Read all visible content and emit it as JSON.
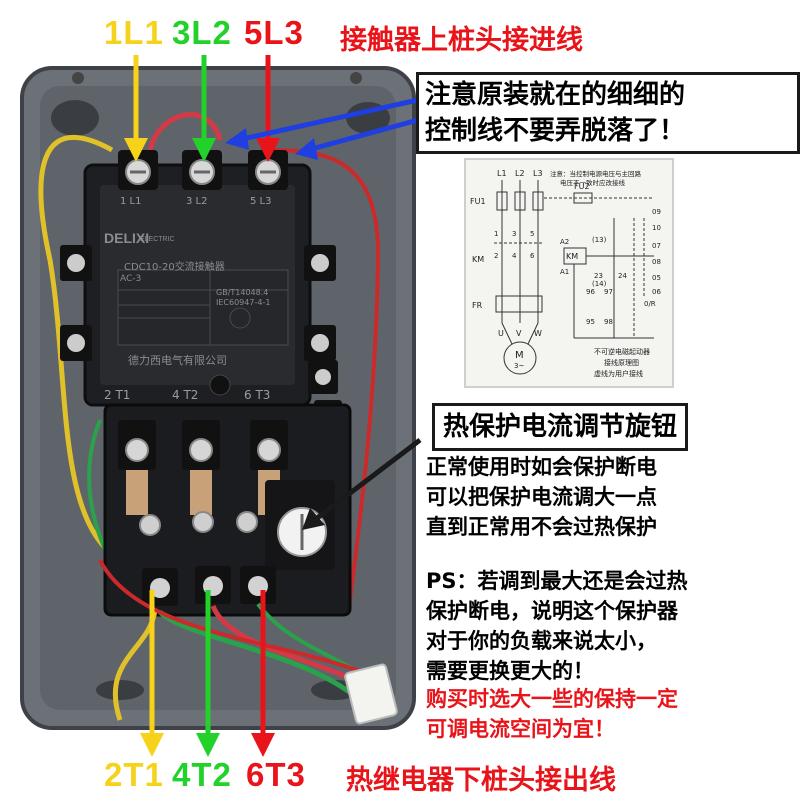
{
  "colors": {
    "yellow": "#f7d21a",
    "green": "#22d12a",
    "red": "#e8141a",
    "blue": "#1f3fe0",
    "enclosure": "#6c7178"
  },
  "top_terminals": {
    "l1": "1L1",
    "l2": "3L2",
    "l3": "5L3",
    "caption": "接触器上桩头接进线"
  },
  "bottom_terminals": {
    "t1": "2T1",
    "t2": "4T2",
    "t3": "6T3",
    "caption": "热继电器下桩头接出线"
  },
  "callout_warning": {
    "line1": "注意原装就在的细细的",
    "line2": "控制线不要弄脱落了！"
  },
  "callout_knob": {
    "label": "热保护电流调节旋钮"
  },
  "instructions": {
    "line1": "正常使用时如会保护断电",
    "line2": "可以把保护电流调大一点",
    "line3": "直到正常用不会过热保护"
  },
  "ps_note": {
    "line1": "PS：若调到最大还是会过热",
    "line2": "保护断电，说明这个保护器",
    "line3": "对于你的负载来说太小，",
    "line4": "需要更换更大的！"
  },
  "purchase_tip": {
    "line1": "购买时选大一些的保持一定",
    "line2": "可调电流空间为宜！"
  },
  "contactor": {
    "brand": "DELIXI",
    "brand_sub": "ELECTRIC",
    "model": "CDC10-20交流接触器",
    "category": "AC-3",
    "standard_1": "GB/T14048.4",
    "standard_2": "IEC60947-4-1",
    "maker": "德力西电气有限公司",
    "terminals_top": [
      "1 L1",
      "3 L2",
      "5 L3"
    ],
    "terminals_bottom": [
      "2 T1",
      "4 T2",
      "6 T3"
    ]
  },
  "wiring_diagram": {
    "phases": [
      "L1",
      "L2",
      "L3"
    ],
    "labels": {
      "fu1": "FU1",
      "fu2": "FU2",
      "km": "KM",
      "fr": "FR",
      "u": "U",
      "v": "V",
      "w": "W",
      "motor": "M",
      "motor_sub": "3~",
      "a1": "A1",
      "a2": "A2",
      "c13": "(13)",
      "c14": "(14)",
      "n23": "23",
      "n24": "24",
      "n95": "95",
      "n96": "96",
      "n97": "97",
      "n98": "98",
      "n09": "09",
      "n10": "10",
      "n07": "07",
      "n08": "08",
      "n05": "05",
      "n06": "06",
      "or": "0/R",
      "n1": "1",
      "n2": "2",
      "n3": "3",
      "n4": "4",
      "n5": "5",
      "n6": "6"
    },
    "note_top_1": "注意：当控制电源电压与主回路",
    "note_top_2": "电压不一致时应改接线",
    "caption_1": "不可逆电磁起动器",
    "caption_2": "接线原理图",
    "caption_3": "虚线为用户接线"
  }
}
